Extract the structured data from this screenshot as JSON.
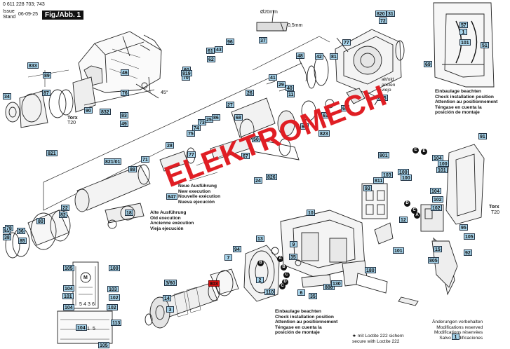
{
  "header": {
    "doc_number": "0 611 228 703; 743",
    "issue_label": "Issue",
    "stand_label": "Stand",
    "date": "06-09-25",
    "figure": "Fig./Abb. 1"
  },
  "watermark": "ELEKTROMECH",
  "dimensions": {
    "diameter": "Ø20mm",
    "thickness": "0,5mm",
    "angle": "45°"
  },
  "torx": [
    {
      "text1": "Torx",
      "text2": "T20"
    },
    {
      "text1": "Torx",
      "text2": "T20"
    }
  ],
  "notes": {
    "new_exec": [
      "Neue Ausführung",
      "New execution",
      "Nouvelle exécution",
      "Nueva ejecución"
    ],
    "old_exec": [
      "Alte Ausführung",
      "Old execution",
      "Ancienne exécution",
      "Vieja ejecución"
    ],
    "install_top": [
      "Einbaulage beachten",
      "Check installation position",
      "Attention au positionnement",
      "Téngase en cuenta la",
      "posición de montaje"
    ],
    "install_bottom": [
      "Einbaulage beachten",
      "Check installation position",
      "Attention au positionnement",
      "Téngase en cuenta la",
      "posición de montaje"
    ],
    "alt_old": [
      "alt/old",
      "ancien",
      "viejo"
    ],
    "loctite": [
      "★ mit Loctite 222 sichern",
      "secure with Loctite 222"
    ],
    "modifications": [
      "Änderungen vorbehalten",
      "Modifications reserved",
      "Modifications réservées",
      "Salvo modificaciones"
    ]
  },
  "wiring_box": {
    "letters": [
      "M"
    ],
    "numbers": [
      "5",
      "4",
      "3",
      "6"
    ],
    "circle_labels": [
      "2",
      "1",
      "5"
    ]
  },
  "letter_marks": [
    "A",
    "B",
    "C",
    "D",
    "E",
    "E",
    "D",
    "C",
    "A",
    "B",
    "C"
  ],
  "labels": [
    "820",
    "31",
    "72",
    "37",
    "96",
    "62",
    "61",
    "43",
    "60",
    "70",
    "819",
    "42",
    "81",
    "77",
    "48",
    "41",
    "29",
    "40",
    "11",
    "26",
    "27",
    "75",
    "74",
    "73",
    "25",
    "68",
    "86",
    "50",
    "63",
    "64",
    "65",
    "865",
    "823",
    "833",
    "89",
    "34",
    "87",
    "46",
    "76",
    "832",
    "83",
    "49",
    "90",
    "821",
    "821/01",
    "88",
    "71",
    "28",
    "77",
    "67",
    "847",
    "10",
    "24",
    "826",
    "801",
    "91",
    "100",
    "104",
    "100",
    "103",
    "93",
    "811",
    "100",
    "101",
    "104",
    "102",
    "102",
    "12",
    "95",
    "105",
    "92",
    "15",
    "805",
    "1",
    "38",
    "85",
    "85",
    "80",
    "82",
    "36",
    "78",
    "22",
    "18",
    "94",
    "7",
    "101",
    "3",
    "14",
    "3/60",
    "803",
    "13",
    "2",
    "9",
    "35",
    "35",
    "888",
    "130",
    "180",
    "6",
    "110",
    "105",
    "100",
    "104",
    "101",
    "103",
    "102",
    "104",
    "102",
    "113",
    "105",
    "57",
    "1",
    "101",
    "69",
    "51",
    "104"
  ]
}
